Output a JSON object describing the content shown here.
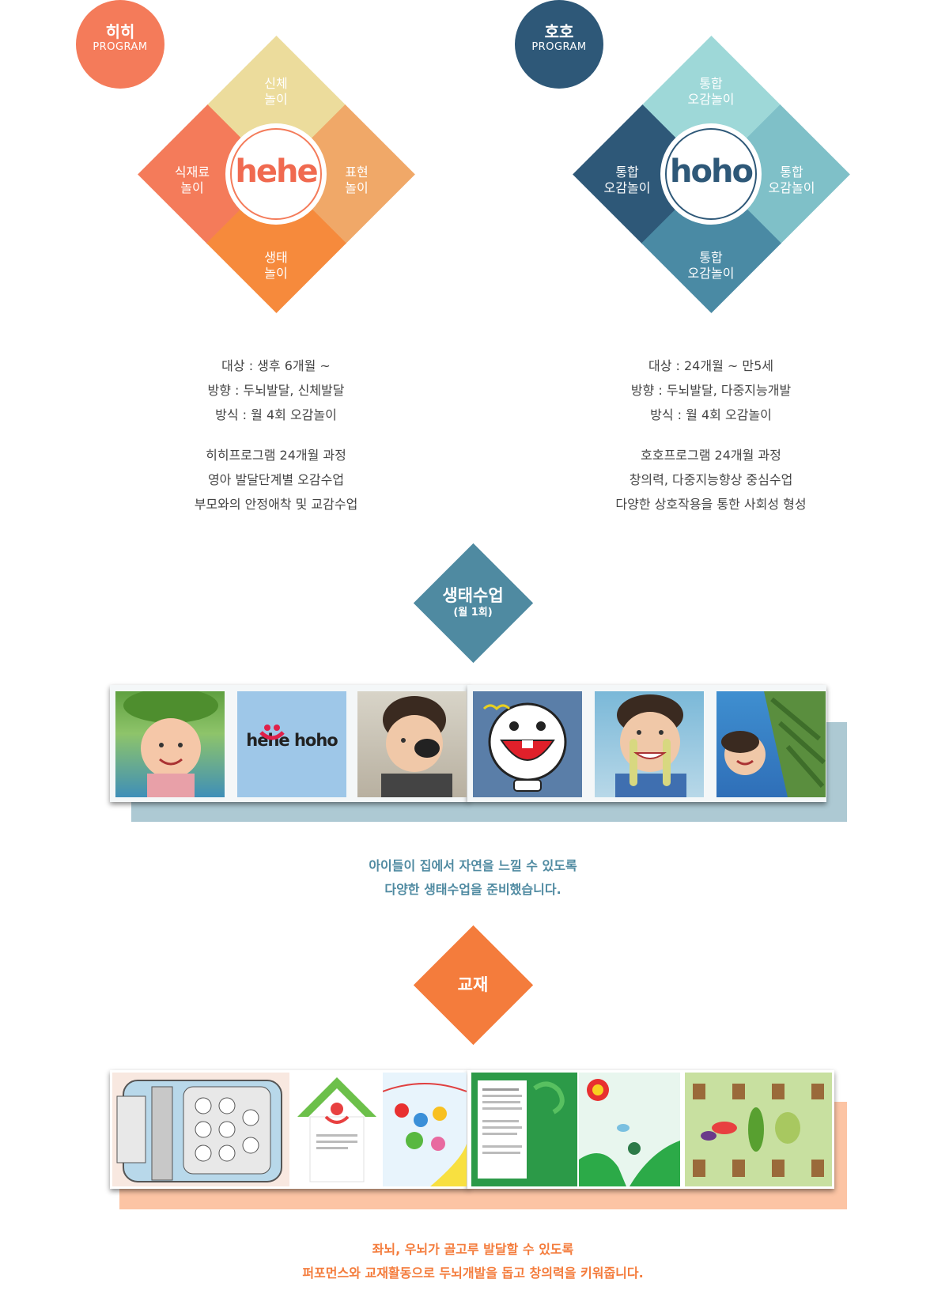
{
  "hehe": {
    "badge": {
      "title": "히히",
      "subtitle": "PROGRAM",
      "color": "#f47b5a"
    },
    "logo": "hehe",
    "petals": {
      "top": [
        "신체",
        "놀이"
      ],
      "left": [
        "식재료",
        "놀이"
      ],
      "right": [
        "표현",
        "놀이"
      ],
      "bottom": [
        "생태",
        "놀이"
      ]
    },
    "info1": [
      "대상 : 생후 6개월 ~",
      "방향 :  두뇌발달, 신체발달",
      "방식 : 월 4회 오감놀이"
    ],
    "info2": [
      "히히프로그램 24개월 과정",
      "영아 발달단계별 오감수업",
      "부모와의 안정애착 및 교감수업"
    ]
  },
  "hoho": {
    "badge": {
      "title": "호호",
      "subtitle": "PROGRAM",
      "color": "#2e5878"
    },
    "logo": "hoho",
    "petals": {
      "top": [
        "통합",
        "오감놀이"
      ],
      "left": [
        "통합",
        "오감놀이"
      ],
      "right": [
        "통합",
        "오감놀이"
      ],
      "bottom": [
        "통합",
        "오감놀이"
      ]
    },
    "info1": [
      "대상 : 24개월 ~ 만5세",
      "방향 :  두뇌발달, 다중지능개발",
      "방식 : 월 4회 오감놀이"
    ],
    "info2": [
      "호호프로그램 24개월 과정",
      "창의력, 다중지능향상 중심수업",
      "다양한 상호작용을 통한 사회성 형성"
    ]
  },
  "eco": {
    "title": "생태수업",
    "subtitle": "(월 1회)",
    "logo_text": "hehe hoho",
    "caption": [
      "아이들이 집에서 자연을 느낄 수 있도록",
      "다양한 생태수업을 준비했습니다."
    ]
  },
  "textbook": {
    "title": "교재",
    "caption": [
      "좌뇌, 우뇌가 골고루 발달할 수 있도록",
      "퍼포먼스와 교재활동으로 두뇌개발을 돕고 창의력을 키워줍니다."
    ]
  },
  "colors": {
    "hehe_top": "#ecdc9c",
    "hehe_left": "#f47b5a",
    "hehe_right": "#f0a868",
    "hehe_bottom": "#f68a3c",
    "hoho_top": "#9ed8d8",
    "hoho_left": "#2e5878",
    "hoho_right": "#7fc0c8",
    "hoho_bottom": "#4a8aa4",
    "eco_accent": "#4f8aa1",
    "textbook_accent": "#f47c3c"
  }
}
